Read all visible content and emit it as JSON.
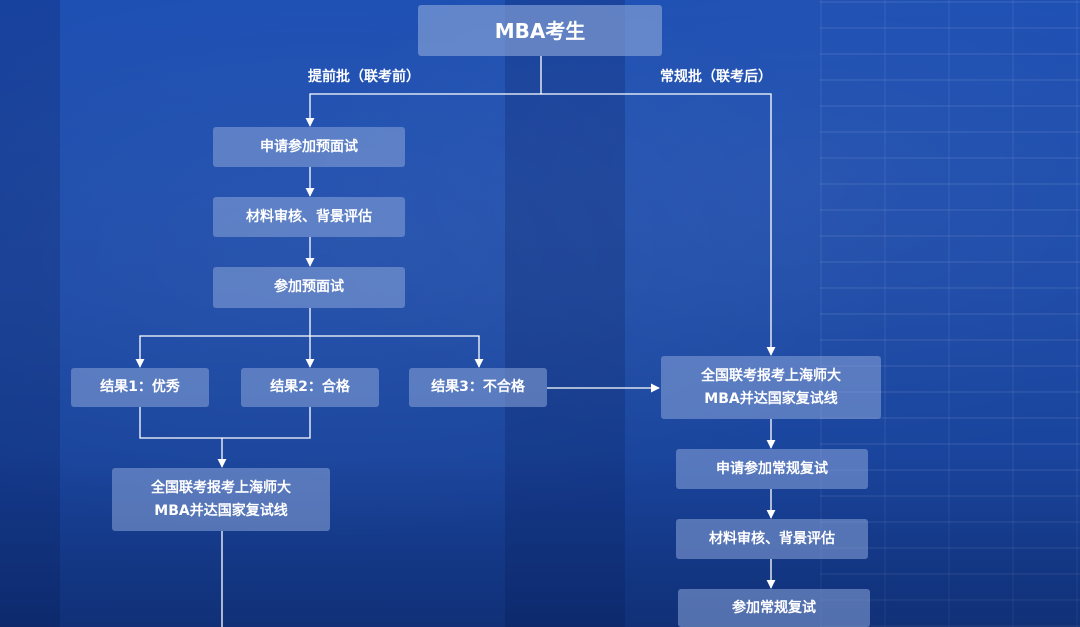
{
  "root": "MBA考生",
  "branch_labels": {
    "early": "提前批（联考前）",
    "regular": "常规批（联考后）"
  },
  "early_steps": [
    "申请参加预面试",
    "材料审核、背景评估",
    "参加预面试"
  ],
  "results": [
    "结果1：优秀",
    "结果2：合格",
    "结果3：不合格"
  ],
  "left_threshold": [
    "全国联考报考上海师大",
    "MBA并达国家复试线"
  ],
  "right_threshold": [
    "全国联考报考上海师大",
    "MBA并达国家复试线"
  ],
  "regular_steps": [
    "申请参加常规复试",
    "材料审核、背景评估",
    "参加常规复试"
  ],
  "colors": {
    "background": "#1d4fb3",
    "node_fill": "rgba(138,164,216,0.55)",
    "line": "#ffffff"
  }
}
